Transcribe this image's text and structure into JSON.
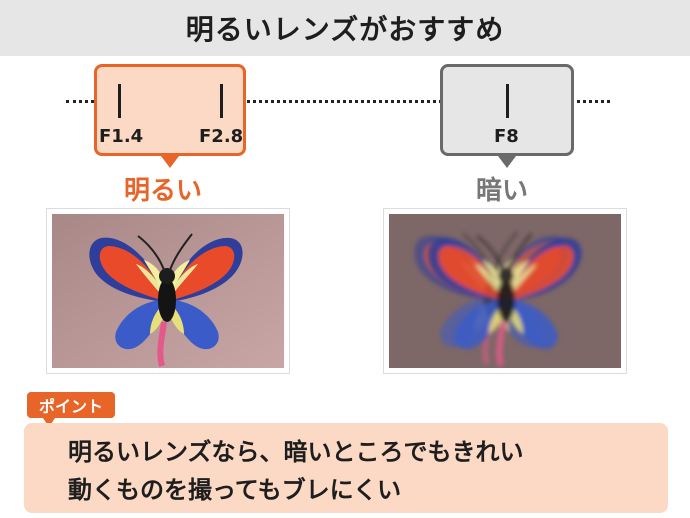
{
  "title": "明るいレンズがおすすめ",
  "scale": {
    "bright": {
      "stops": [
        "F1.4",
        "F2.8"
      ],
      "caption": "明るい"
    },
    "dark": {
      "stops": [
        "F8"
      ],
      "caption": "暗い"
    }
  },
  "photos": {
    "bright": {
      "subject": "butterfly",
      "state": "sharp"
    },
    "dark": {
      "subject": "butterfly",
      "state": "blurred"
    }
  },
  "point": {
    "badge": "ポイント",
    "lines": [
      "明るいレンズなら、暗いところでもきれい",
      "動くものを撮ってもブレにくい"
    ]
  },
  "colors": {
    "accent": "#e8652a",
    "accent_light": "#fbd9c5",
    "gray": "#6a6a6a",
    "gray_light": "#e6e6e6"
  }
}
